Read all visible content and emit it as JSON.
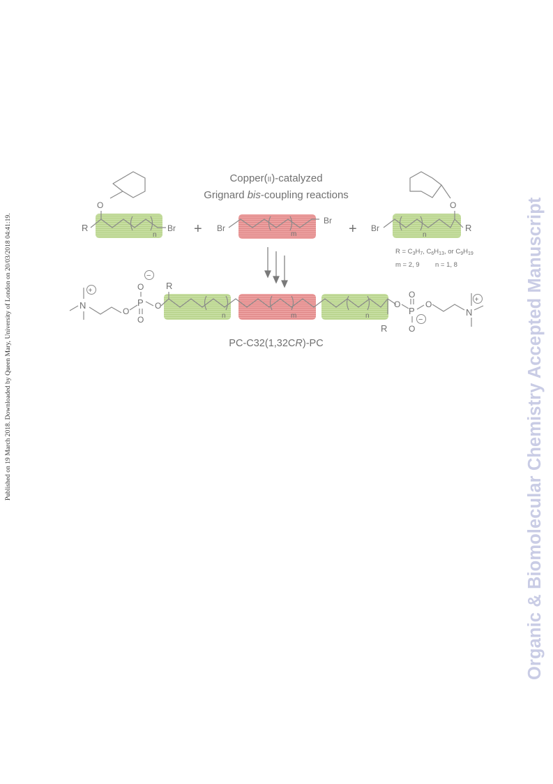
{
  "margins": {
    "left_note": "Published on 19 March 2018. Downloaded by Queen Mary, University of London on 20/03/2018 04:41:19.",
    "right_watermark": "Organic & Biomolecular Chemistry Accepted Manuscript"
  },
  "scheme": {
    "title_line1_a": "Copper(",
    "title_line1_sc": "II",
    "title_line1_b": ")-catalyzed",
    "title_line2_a": "Grignard ",
    "title_line2_em": "bis",
    "title_line2_b": "-coupling reactions",
    "atoms": {
      "R": "R",
      "Br": "Br",
      "O": "O",
      "P": "P",
      "N": "N",
      "plus": "+",
      "plus_charge": "+",
      "minus_charge": "−",
      "n": "n",
      "m": "m"
    },
    "conditions": {
      "r_prefix": "R = C",
      "r_s1": "3",
      "r_h1": "H",
      "r_s2": "7",
      "r_c2": ", C",
      "r_s3": "6",
      "r_h2": "H",
      "r_s4": "13",
      "r_c3": ", or C",
      "r_s5": "9",
      "r_h3": "H",
      "r_s6": "19",
      "m_values": "m = 2, 9",
      "n_values": "n = 1, 8"
    },
    "product_a": "PC-C32(1,32C",
    "product_em": "R",
    "product_b": ")-PC"
  },
  "colors": {
    "green_block": "#c6dea0",
    "red_block": "#ec9f9f",
    "bond": "#8a8a8a",
    "watermark": "#c9cce5"
  }
}
